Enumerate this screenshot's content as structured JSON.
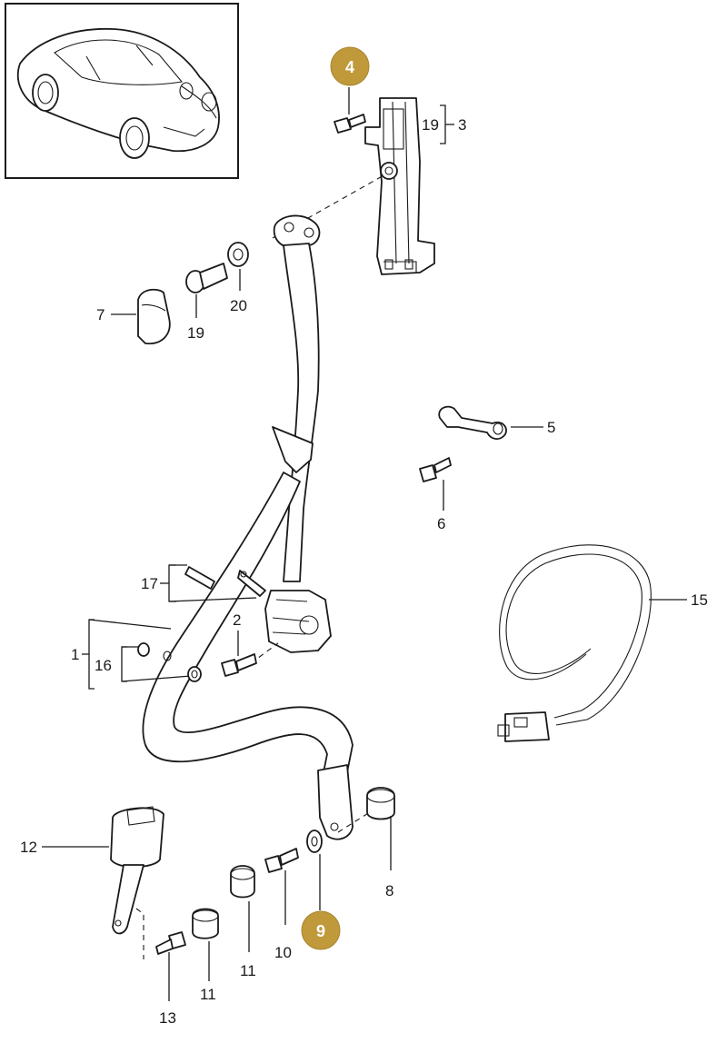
{
  "diagram": {
    "highlight_color": "#c09a3a",
    "callouts": [
      "4",
      "9"
    ],
    "labels": {
      "p1": "1",
      "p2": "2",
      "p3": "3",
      "p5": "5",
      "p6": "6",
      "p7": "7",
      "p8": "8",
      "p10": "10",
      "p11a": "11",
      "p11b": "11",
      "p12": "12",
      "p13": "13",
      "p15": "15",
      "p16": "16",
      "p17": "17",
      "p19a": "19",
      "p19b": "19",
      "p20": "20"
    }
  }
}
